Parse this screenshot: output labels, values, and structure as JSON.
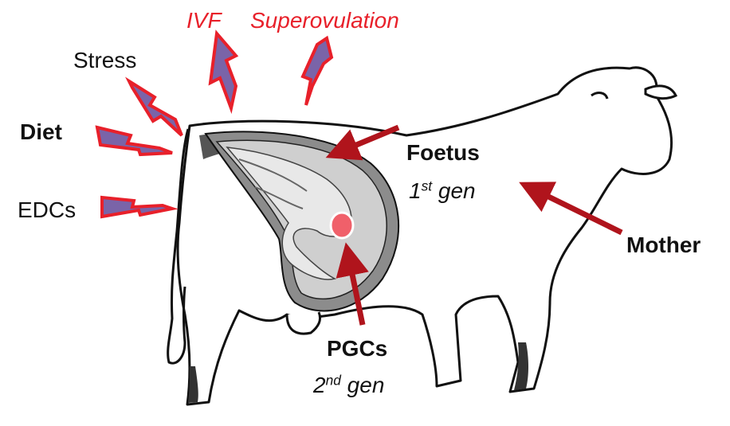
{
  "factors": {
    "ivf": "IVF",
    "superovulation": "Superovulation",
    "stress": "Stress",
    "diet": "Diet",
    "edcs": "EDCs"
  },
  "labels": {
    "foetus": "Foetus",
    "foetus_gen_num": "1",
    "foetus_gen_sup": "st",
    "foetus_gen_word": " gen",
    "pgcs": "PGCs",
    "pgcs_gen_num": "2",
    "pgcs_gen_sup": "nd",
    "pgcs_gen_word": " gen",
    "mother": "Mother"
  },
  "colors": {
    "factor_text": "#e8202a",
    "bolt_fill": "#7a64a8",
    "bolt_stroke": "#e8202a",
    "arrow": "#b0141c",
    "pgc_spot": "#f0606a"
  }
}
